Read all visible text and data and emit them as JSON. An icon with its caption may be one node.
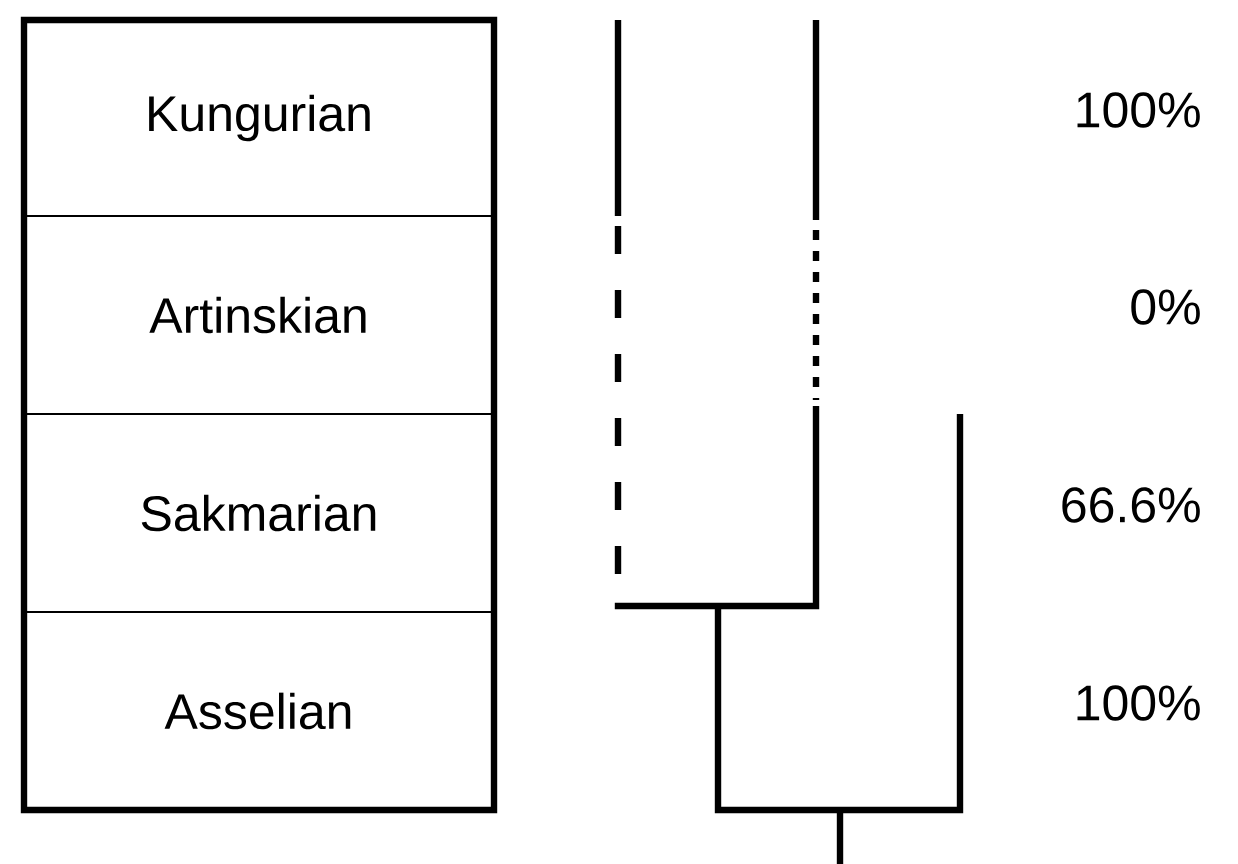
{
  "diagram": {
    "nodes": [
      {
        "text": [
          "Kungurian"
        ]
      },
      {
        "text": [
          "Artinskian"
        ]
      },
      {
        "text": [
          "Sakmarian"
        ]
      },
      {
        "text": [
          "Asselian"
        ]
      }
    ],
    "labels": [
      "100%",
      "0%",
      "66.6%",
      "100%"
    ]
  }
}
